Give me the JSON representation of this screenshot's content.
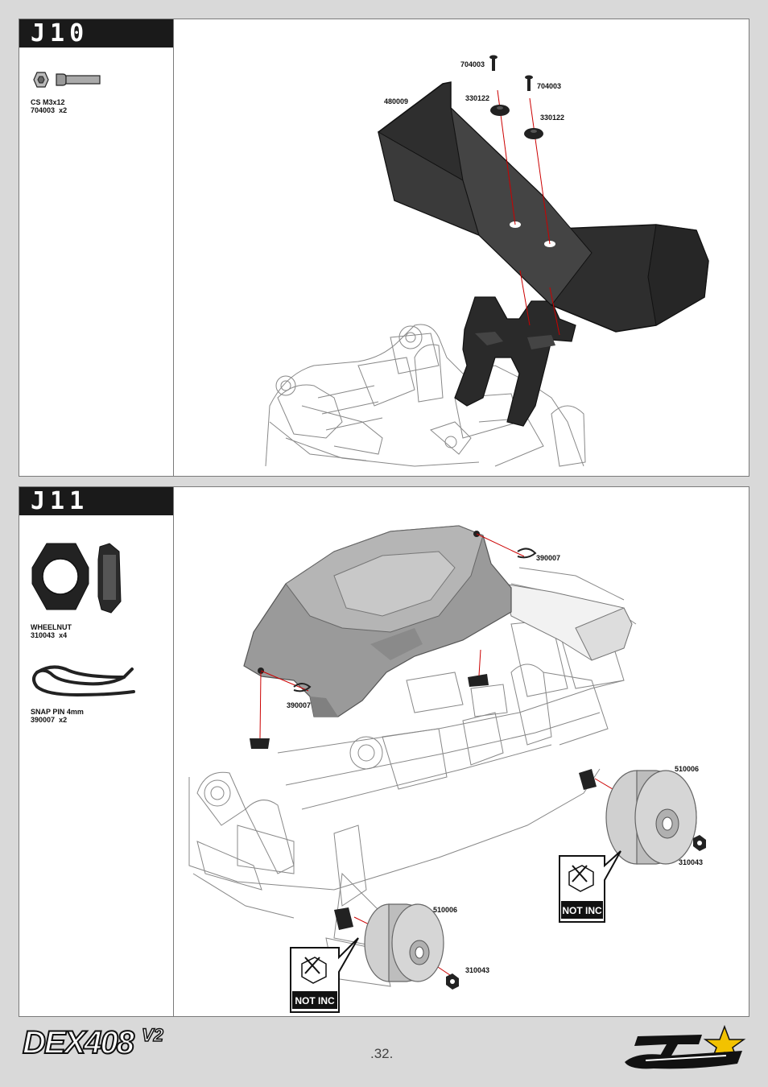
{
  "steps": [
    {
      "title": "J10",
      "parts_list": [
        {
          "name": "CS M3x12",
          "code": "704003",
          "qty": "x2",
          "icon": "cap-screw-icon"
        }
      ],
      "callouts": [
        "704003",
        "704003",
        "480009",
        "330122",
        "330122"
      ]
    },
    {
      "title": "J11",
      "parts_list": [
        {
          "name": "WHEELNUT",
          "code": "310043",
          "qty": "x4",
          "icon": "wheel-nut-icon"
        },
        {
          "name": "SNAP PIN  4mm",
          "code": "390007",
          "qty": "x2",
          "icon": "snap-pin-icon"
        }
      ],
      "callouts": [
        "390007",
        "390007",
        "510006",
        "310043",
        "510006",
        "310043"
      ],
      "not_included_label": "NOT INC"
    }
  ],
  "footer": {
    "product_logo": "DEX408",
    "product_version": "V2",
    "page_number": ".32.",
    "brand_logo": "Team Durango"
  }
}
